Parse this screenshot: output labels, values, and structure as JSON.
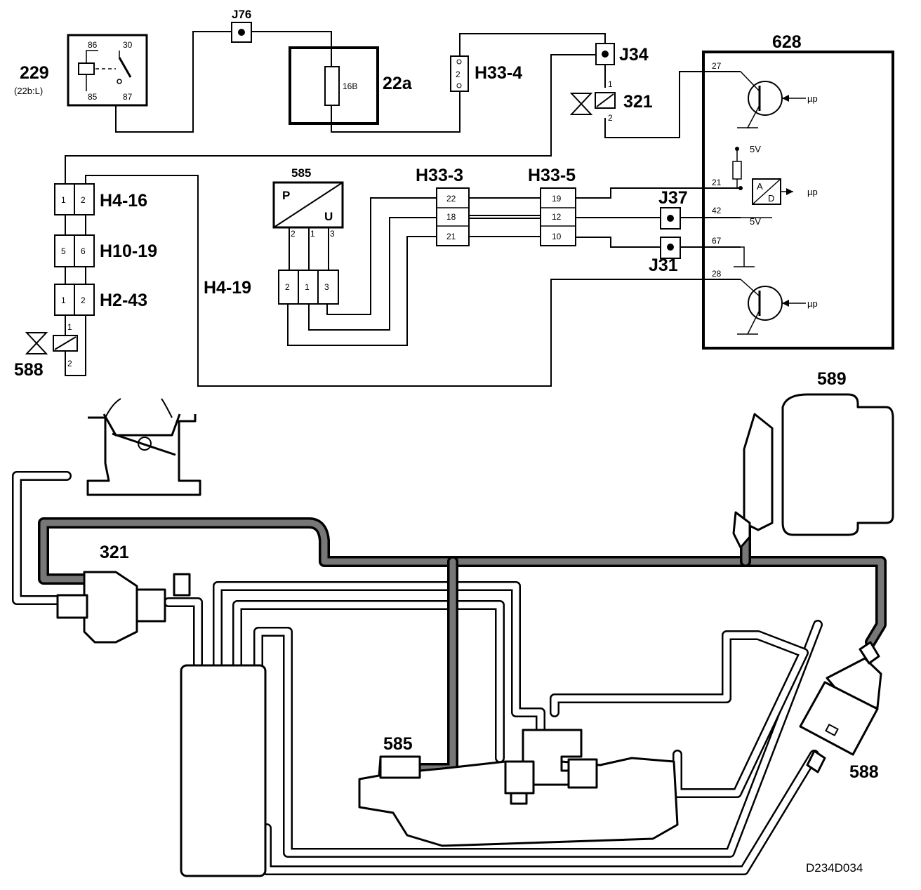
{
  "components": {
    "relay_229": {
      "id": "229",
      "sub": "(22b:L)",
      "pins": [
        "86",
        "30",
        "85",
        "87"
      ]
    },
    "junction_j76": "J76",
    "fuse_22a": {
      "id": "22a",
      "value": "16B"
    },
    "connector_h33_4": {
      "id": "H33-4",
      "pin": "2"
    },
    "junction_j34": "J34",
    "valve_321_elec": {
      "id": "321",
      "pins": [
        "1",
        "2"
      ]
    },
    "ecu_628": {
      "id": "628",
      "pins": [
        "27",
        "21",
        "42",
        "67",
        "28"
      ],
      "supply": "5V",
      "up": "µp",
      "ad_a": "A",
      "ad_d": "D"
    },
    "sensor_585_elec": {
      "id": "585",
      "p": "P",
      "u": "U",
      "pins": [
        "2",
        "1",
        "3"
      ]
    },
    "connector_h33_3": {
      "id": "H33-3",
      "pins": [
        "22",
        "18",
        "21"
      ]
    },
    "connector_h33_5": {
      "id": "H33-5",
      "pins": [
        "19",
        "12",
        "10"
      ]
    },
    "junction_j37": "J37",
    "junction_j31": "J31",
    "aux_5v": "5V",
    "connector_h4_16": {
      "id": "H4-16",
      "pins": [
        "1",
        "2"
      ]
    },
    "connector_h10_19": {
      "id": "H10-19",
      "pins": [
        "5",
        "6"
      ]
    },
    "connector_h2_43": {
      "id": "H2-43",
      "pins": [
        "1",
        "2"
      ]
    },
    "connector_h4_19": {
      "id": "H4-19",
      "pins": [
        "2",
        "1",
        "3"
      ]
    },
    "valve_588_elec": {
      "id": "588",
      "pins": [
        "1",
        "2"
      ]
    }
  },
  "mechanical": {
    "label_589": "589",
    "label_321": "321",
    "label_585": "585",
    "label_588": "588"
  },
  "footer": {
    "drawing_code": "D234D034"
  }
}
